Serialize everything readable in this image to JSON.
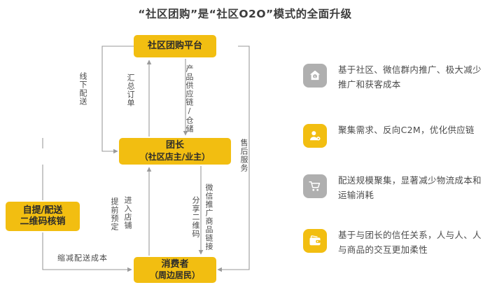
{
  "title": "“社区团购”是“社区O2O”模式的全面升级",
  "colors": {
    "node_fill": "#F2BE11",
    "icon_yellow": "#F2BE11",
    "icon_gray": "#AFAFAF",
    "arrow": "#9a9a9a",
    "text": "#4a4a4a"
  },
  "diagram": {
    "nodes": [
      {
        "id": "platform",
        "line1": "社区团购平台",
        "line2": ""
      },
      {
        "id": "leader",
        "line1": "团长",
        "line2": "（社区店主/业主）"
      },
      {
        "id": "consumer",
        "line1": "消费者",
        "line2": "（周边居民）"
      },
      {
        "id": "pickup",
        "line1": "自提/配送",
        "line2": "二维码核销"
      }
    ],
    "edge_labels": {
      "offline_delivery": "线下配送",
      "summarize_orders": "汇总订单",
      "supply_chain": "产品供应链/仓储",
      "after_sales": "售后服务",
      "enter_store": "进入店铺",
      "prebook": "提前预定",
      "wechat_promote": "微信推广商品链接",
      "share_qrcode": "分享二维码",
      "reduce_cost": "缩减配送成本"
    }
  },
  "features": [
    {
      "icon": "house-dollar-icon",
      "icon_color": "#AFAFAF",
      "text": "基于社区、微信群内推广、极大减少推广和获客成本"
    },
    {
      "icon": "user-gear-icon",
      "icon_color": "#F2BE11",
      "text": "聚集需求、反向C2M，优化供应链"
    },
    {
      "icon": "shopping-cart-icon",
      "icon_color": "#AFAFAF",
      "text": "配送规模聚集，显著减少物流成本和运输消耗"
    },
    {
      "icon": "wallet-icon",
      "icon_color": "#F2BE11",
      "text": "基于与团长的信任关系，人与人、人与商品的交互更加柔性"
    }
  ]
}
